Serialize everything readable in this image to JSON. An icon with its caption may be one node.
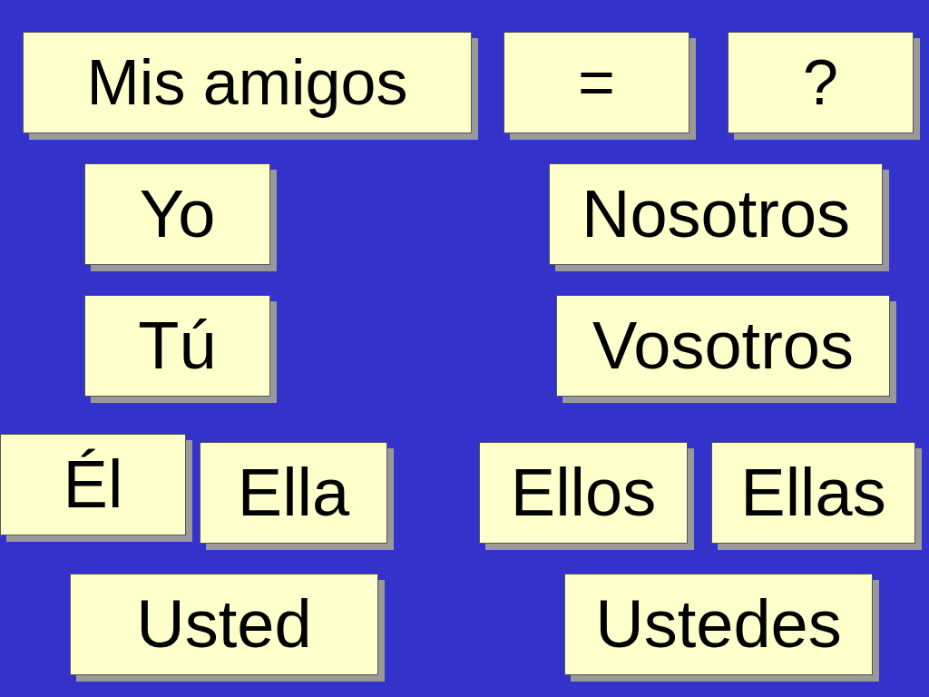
{
  "diagram": {
    "nodes": [
      {
        "text": [
          "Mis amigos"
        ]
      },
      {
        "text": [
          "="
        ]
      },
      {
        "text": [
          "?"
        ]
      },
      {
        "text": [
          "Yo"
        ]
      },
      {
        "text": [
          "Nosotros"
        ]
      },
      {
        "text": [
          "Tú"
        ]
      },
      {
        "text": [
          "Vosotros"
        ]
      },
      {
        "text": [
          "Él"
        ]
      },
      {
        "text": [
          "Ella"
        ]
      },
      {
        "text": [
          "Ellos"
        ]
      },
      {
        "text": [
          "Ellas"
        ]
      },
      {
        "text": [
          "Usted"
        ]
      },
      {
        "text": [
          "Ustedes"
        ]
      }
    ]
  }
}
